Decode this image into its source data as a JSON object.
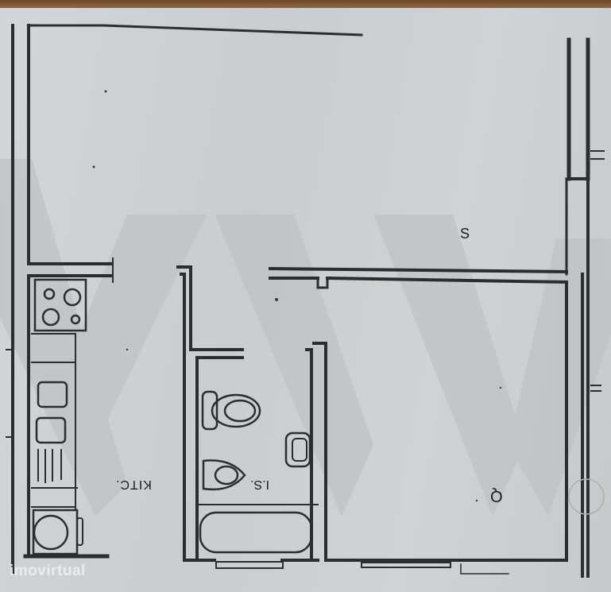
{
  "plan": {
    "type": "floor-plan-scan",
    "rooms": [
      {
        "id": "sala",
        "label": "S",
        "note": "large room, top"
      },
      {
        "id": "kitchen",
        "label": "KITC.",
        "orientation": "upside-down"
      },
      {
        "id": "bathroom",
        "label": "I.S.",
        "orientation": "upside-down"
      },
      {
        "id": "bedroom",
        "label": "Q",
        "orientation": "upside-down"
      }
    ],
    "fixtures": [
      "stove-4-burner",
      "kitchen-sink-double",
      "drainboard",
      "washing-machine",
      "bidet",
      "toilet",
      "washbasin",
      "bathtub"
    ]
  },
  "labels": {
    "sala": "S",
    "kitchen": "KITC.",
    "bathroom": "I.S.",
    "bedroom": "Q"
  },
  "watermark": {
    "text": "imovirtual",
    "logo": "kw-watermark"
  },
  "colors": {
    "wall": "#2b2d2e",
    "paper": "#cfd3d4",
    "wood": "#7d5634",
    "watermark": "#b8bcbe"
  }
}
